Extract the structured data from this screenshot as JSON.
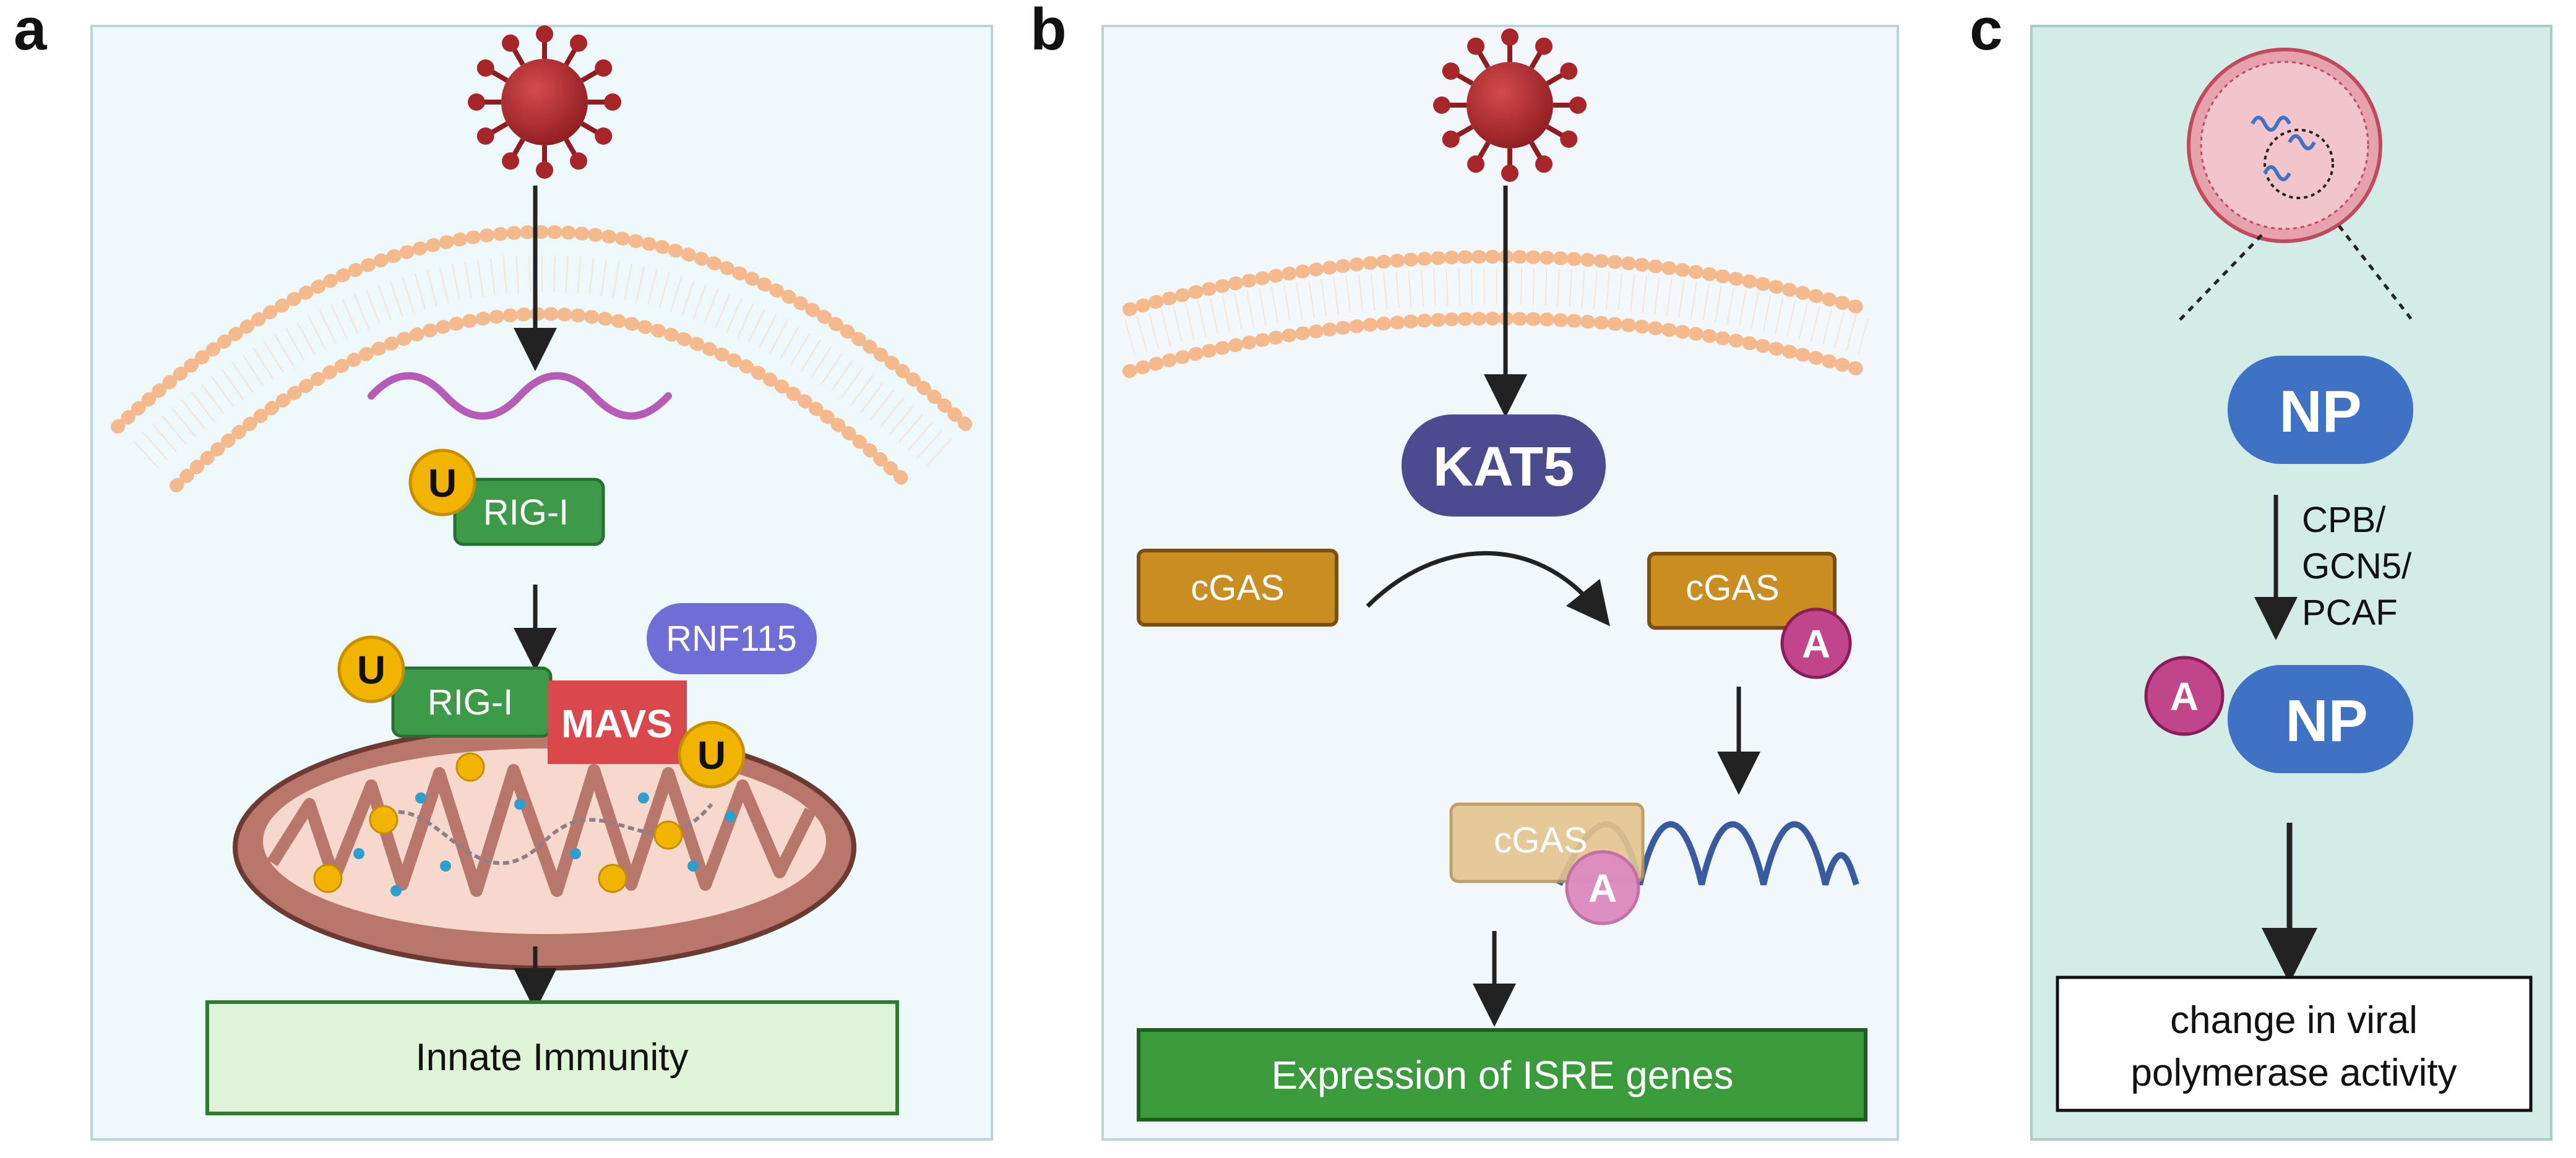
{
  "panels": {
    "a": {
      "letter": "a",
      "rig_i_top": "RIG-I",
      "rig_i_bottom": "RIG-I",
      "u_label": "U",
      "rnf115": "RNF115",
      "mavs": "MAVS",
      "outcome": "Innate Immunity"
    },
    "b": {
      "letter": "b",
      "kat5": "KAT5",
      "cgas_left": "cGAS",
      "cgas_right": "cGAS",
      "cgas_bottom": "cGAS",
      "a_label": "A",
      "outcome": "Expression of ISRE genes"
    },
    "c": {
      "letter": "c",
      "np_top": "NP",
      "np_bottom": "NP",
      "a_label": "A",
      "enzymes": [
        "CPB/",
        "GCN5/",
        "PCAF"
      ],
      "outcome_lines": [
        "change in viral",
        "polymerase activity"
      ]
    }
  },
  "colors": {
    "panel_a_bg": "#edf8fb",
    "panel_b_bg": "#f2f7fb",
    "panel_c_bg": "#d3ece8",
    "virus": "#a8262a",
    "membrane": "#f7c9a3",
    "rna": "#b65bb8",
    "rig_i": "#3c9a48",
    "ubiquitin": "#f2b400",
    "mavs": "#d9474b",
    "rnf115": "#6e6ed6",
    "mitochondria": "#b9776b",
    "kat5": "#4b4b8f",
    "cgas": "#c98d22",
    "acetyl": "#c2448a",
    "dna": "#3a5aa0",
    "isre_box": "#3a9a3c",
    "innate_box": "#dff3d8",
    "np": "#3f72c4"
  }
}
